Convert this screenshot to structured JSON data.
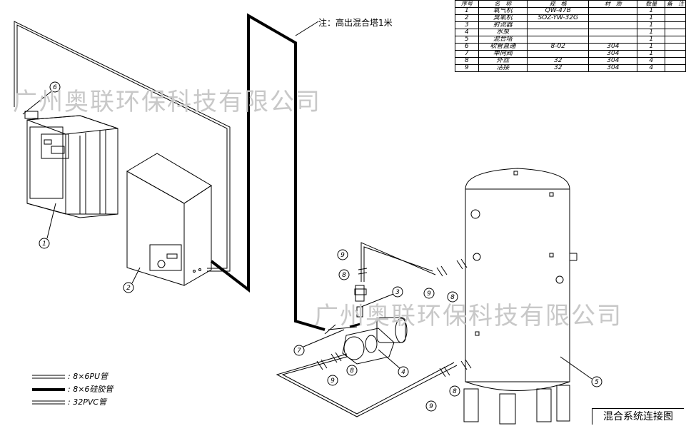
{
  "drawing": {
    "title": "混合系统连接图",
    "note": "注：高出混合塔1米",
    "watermark": "广州奥联环保科技有限公司"
  },
  "bom": {
    "headers": [
      "序号",
      "名　称",
      "规　格",
      "材　质",
      "数量",
      "备　注"
    ],
    "rows": [
      [
        "1",
        "氧气机",
        "QW-47B",
        "",
        "1",
        ""
      ],
      [
        "2",
        "臭氧机",
        "SOZ-YW-32G",
        "",
        "1",
        ""
      ],
      [
        "3",
        "射流器",
        "",
        "",
        "1",
        ""
      ],
      [
        "4",
        "水泵",
        "",
        "",
        "1",
        ""
      ],
      [
        "5",
        "混合塔",
        "",
        "",
        "1",
        ""
      ],
      [
        "6",
        "软管直通",
        "8-02",
        "304",
        "1",
        ""
      ],
      [
        "7",
        "单向阀",
        "",
        "304",
        "1",
        ""
      ],
      [
        "8",
        "外丝",
        "32",
        "304",
        "4",
        ""
      ],
      [
        "9",
        "活接",
        "32",
        "304",
        "4",
        ""
      ]
    ]
  },
  "legend": [
    {
      "label": ": 8×6PU管",
      "style": "double"
    },
    {
      "label": ": 8×6硅胶管",
      "style": "thick"
    },
    {
      "label": ": 32PVC管",
      "style": "double"
    }
  ],
  "callouts": [
    "1",
    "2",
    "3",
    "4",
    "5",
    "6",
    "7",
    "8",
    "9"
  ]
}
